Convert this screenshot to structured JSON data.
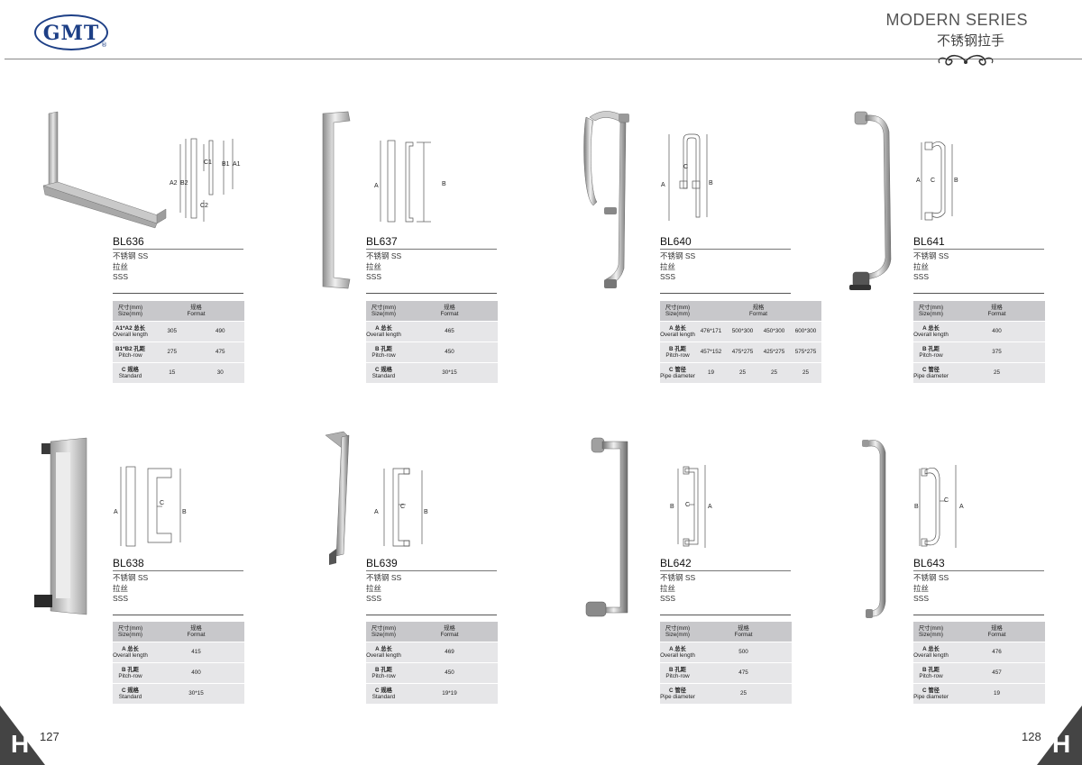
{
  "header": {
    "logo": "GMT",
    "logo_reg": "®",
    "series_en": "MODERN SERIES",
    "series_cn": "不锈钢拉手"
  },
  "products": [
    {
      "model": "BL636",
      "material_cn": "不锈钢  SS",
      "finish_cn": "拉丝",
      "finish_en": "SSS",
      "head_size_cn": "尺寸(mm)",
      "head_size_en": "Size(mm)",
      "head_fmt_cn": "规格",
      "head_fmt_en": "Format",
      "rows": [
        {
          "cn": "A1*A2 总长",
          "en": "Overall length",
          "values": [
            "305",
            "490"
          ]
        },
        {
          "cn": "B1*B2 孔距",
          "en": "Pitch-row",
          "values": [
            "275",
            "475"
          ]
        },
        {
          "cn": "C 规格",
          "en": "Standard",
          "values": [
            "15",
            "30"
          ]
        }
      ],
      "dims": [
        "A2",
        "B2",
        "C1",
        "B1",
        "A1",
        "C2"
      ]
    },
    {
      "model": "BL637",
      "material_cn": "不锈钢  SS",
      "finish_cn": "拉丝",
      "finish_en": "SSS",
      "head_size_cn": "尺寸(mm)",
      "head_size_en": "Size(mm)",
      "head_fmt_cn": "规格",
      "head_fmt_en": "Format",
      "rows": [
        {
          "cn": "A 总长",
          "en": "Overall length",
          "values": [
            "465"
          ]
        },
        {
          "cn": "B 孔距",
          "en": "Pitch-row",
          "values": [
            "450"
          ]
        },
        {
          "cn": "C 规格",
          "en": "Standard",
          "values": [
            "30*15"
          ]
        }
      ],
      "dims": [
        "A",
        "B"
      ]
    },
    {
      "model": "BL640",
      "material_cn": "不锈钢  SS",
      "finish_cn": "拉丝",
      "finish_en": "SSS",
      "head_size_cn": "尺寸(mm)",
      "head_size_en": "Size(mm)",
      "head_fmt_cn": "规格",
      "head_fmt_en": "Format",
      "rows": [
        {
          "cn": "A 总长",
          "en": "Overall length",
          "values": [
            "476*171",
            "500*300",
            "450*300",
            "600*300"
          ]
        },
        {
          "cn": "B 孔距",
          "en": "Pitch-row",
          "values": [
            "457*152",
            "475*275",
            "425*275",
            "575*275"
          ]
        },
        {
          "cn": "C 管径",
          "en": "Pipe diameter",
          "values": [
            "19",
            "25",
            "25",
            "25"
          ]
        }
      ],
      "dims": [
        "A",
        "C",
        "B"
      ]
    },
    {
      "model": "BL641",
      "material_cn": "不锈钢  SS",
      "finish_cn": "拉丝",
      "finish_en": "SSS",
      "head_size_cn": "尺寸(mm)",
      "head_size_en": "Size(mm)",
      "head_fmt_cn": "规格",
      "head_fmt_en": "Format",
      "rows": [
        {
          "cn": "A 总长",
          "en": "Overall length",
          "values": [
            "400"
          ]
        },
        {
          "cn": "B 孔距",
          "en": "Pitch-row",
          "values": [
            "375"
          ]
        },
        {
          "cn": "C 管径",
          "en": "Pipe diameter",
          "values": [
            "25"
          ]
        }
      ],
      "dims": [
        "A",
        "C",
        "B"
      ]
    },
    {
      "model": "BL638",
      "material_cn": "不锈钢  SS",
      "finish_cn": "拉丝",
      "finish_en": "SSS",
      "head_size_cn": "尺寸(mm)",
      "head_size_en": "Size(mm)",
      "head_fmt_cn": "规格",
      "head_fmt_en": "Format",
      "rows": [
        {
          "cn": "A 总长",
          "en": "Overall length",
          "values": [
            "415"
          ]
        },
        {
          "cn": "B 孔距",
          "en": "Pitch-row",
          "values": [
            "400"
          ]
        },
        {
          "cn": "C 规格",
          "en": "Standard",
          "values": [
            "30*15"
          ]
        }
      ],
      "dims": [
        "A",
        "C",
        "B"
      ]
    },
    {
      "model": "BL639",
      "material_cn": "不锈钢  SS",
      "finish_cn": "拉丝",
      "finish_en": "SSS",
      "head_size_cn": "尺寸(mm)",
      "head_size_en": "Size(mm)",
      "head_fmt_cn": "规格",
      "head_fmt_en": "Format",
      "rows": [
        {
          "cn": "A 总长",
          "en": "Overall length",
          "values": [
            "469"
          ]
        },
        {
          "cn": "B 孔距",
          "en": "Pitch-row",
          "values": [
            "450"
          ]
        },
        {
          "cn": "C 规格",
          "en": "Standard",
          "values": [
            "19*19"
          ]
        }
      ],
      "dims": [
        "A",
        "C",
        "B"
      ]
    },
    {
      "model": "BL642",
      "material_cn": "不锈钢  SS",
      "finish_cn": "拉丝",
      "finish_en": "SSS",
      "head_size_cn": "尺寸(mm)",
      "head_size_en": "Size(mm)",
      "head_fmt_cn": "规格",
      "head_fmt_en": "Format",
      "rows": [
        {
          "cn": "A 总长",
          "en": "Overall length",
          "values": [
            "500"
          ]
        },
        {
          "cn": "B 孔距",
          "en": "Pitch-row",
          "values": [
            "475"
          ]
        },
        {
          "cn": "C 管径",
          "en": "Pipe diameter",
          "values": [
            "25"
          ]
        }
      ],
      "dims": [
        "B",
        "C",
        "A"
      ]
    },
    {
      "model": "BL643",
      "material_cn": "不锈钢  SS",
      "finish_cn": "拉丝",
      "finish_en": "SSS",
      "head_size_cn": "尺寸(mm)",
      "head_size_en": "Size(mm)",
      "head_fmt_cn": "规格",
      "head_fmt_en": "Format",
      "rows": [
        {
          "cn": "A 总长",
          "en": "Overall length",
          "values": [
            "476"
          ]
        },
        {
          "cn": "B 孔距",
          "en": "Pitch-row",
          "values": [
            "457"
          ]
        },
        {
          "cn": "C 管径",
          "en": "Pipe diameter",
          "values": [
            "19"
          ]
        }
      ],
      "dims": [
        "B",
        "C",
        "A"
      ]
    }
  ],
  "footer": {
    "left_page": "127",
    "right_page": "128",
    "left_letter": "H",
    "right_letter": "H"
  }
}
